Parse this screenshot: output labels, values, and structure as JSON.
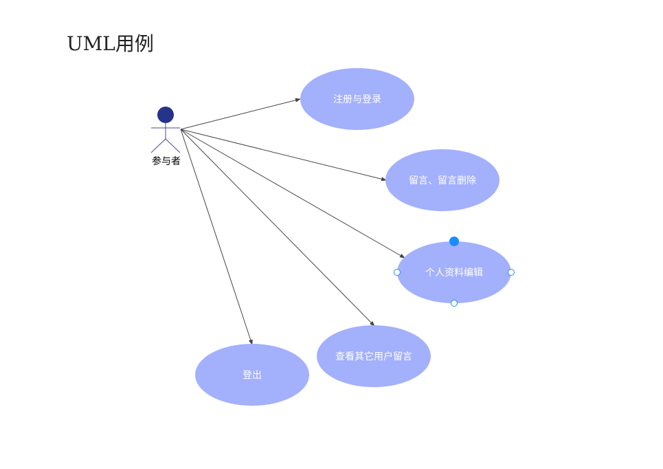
{
  "title": "UML用例",
  "actor": {
    "label": "参与者"
  },
  "use_cases": [
    {
      "label": "注册与登录"
    },
    {
      "label": "留言、留言删除"
    },
    {
      "label": "个人资料编辑"
    },
    {
      "label": "查看其它用户留言"
    },
    {
      "label": "登出"
    }
  ],
  "colors": {
    "ellipse_fill": "#a3b0fc",
    "actor_head": "#26338a",
    "actor_stroke": "#3d4aa0",
    "edge": "#444444",
    "selection_handle": "#1a8cff"
  },
  "selected_use_case": "个人资料编辑"
}
